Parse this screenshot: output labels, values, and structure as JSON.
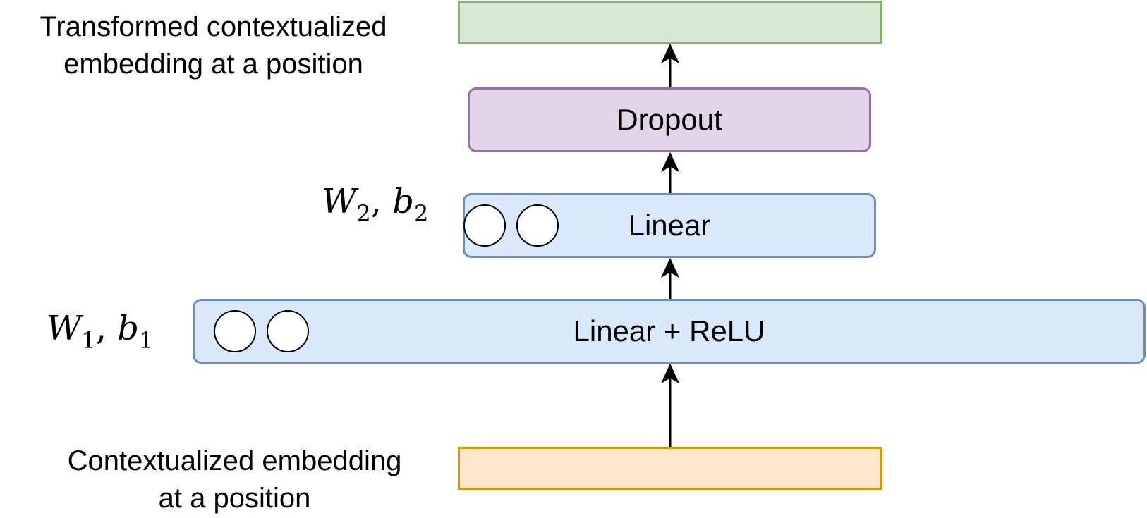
{
  "output_label": "Transformed contextualized\nembedding at a position",
  "input_label": "Contextualized embedding\nat a position",
  "dropout": {
    "label": "Dropout"
  },
  "linear": {
    "label": "Linear",
    "param_symbol": "W",
    "param_sub": "2",
    "bias_symbol": "b",
    "bias_sub": "2",
    "separator": ", "
  },
  "linear_relu": {
    "label": "Linear + ReLU",
    "param_symbol": "W",
    "param_sub": "1",
    "bias_symbol": "b",
    "bias_sub": "1",
    "separator": ", "
  },
  "colors": {
    "output_fill": "#d5e8d4",
    "output_border": "#82b366",
    "dropout_fill": "#e1d5e7",
    "dropout_border": "#9673a6",
    "linear_fill": "#dae8fc",
    "linear_border": "#6c8ebf",
    "input_fill": "#ffe6cc",
    "input_border": "#d79b00"
  }
}
